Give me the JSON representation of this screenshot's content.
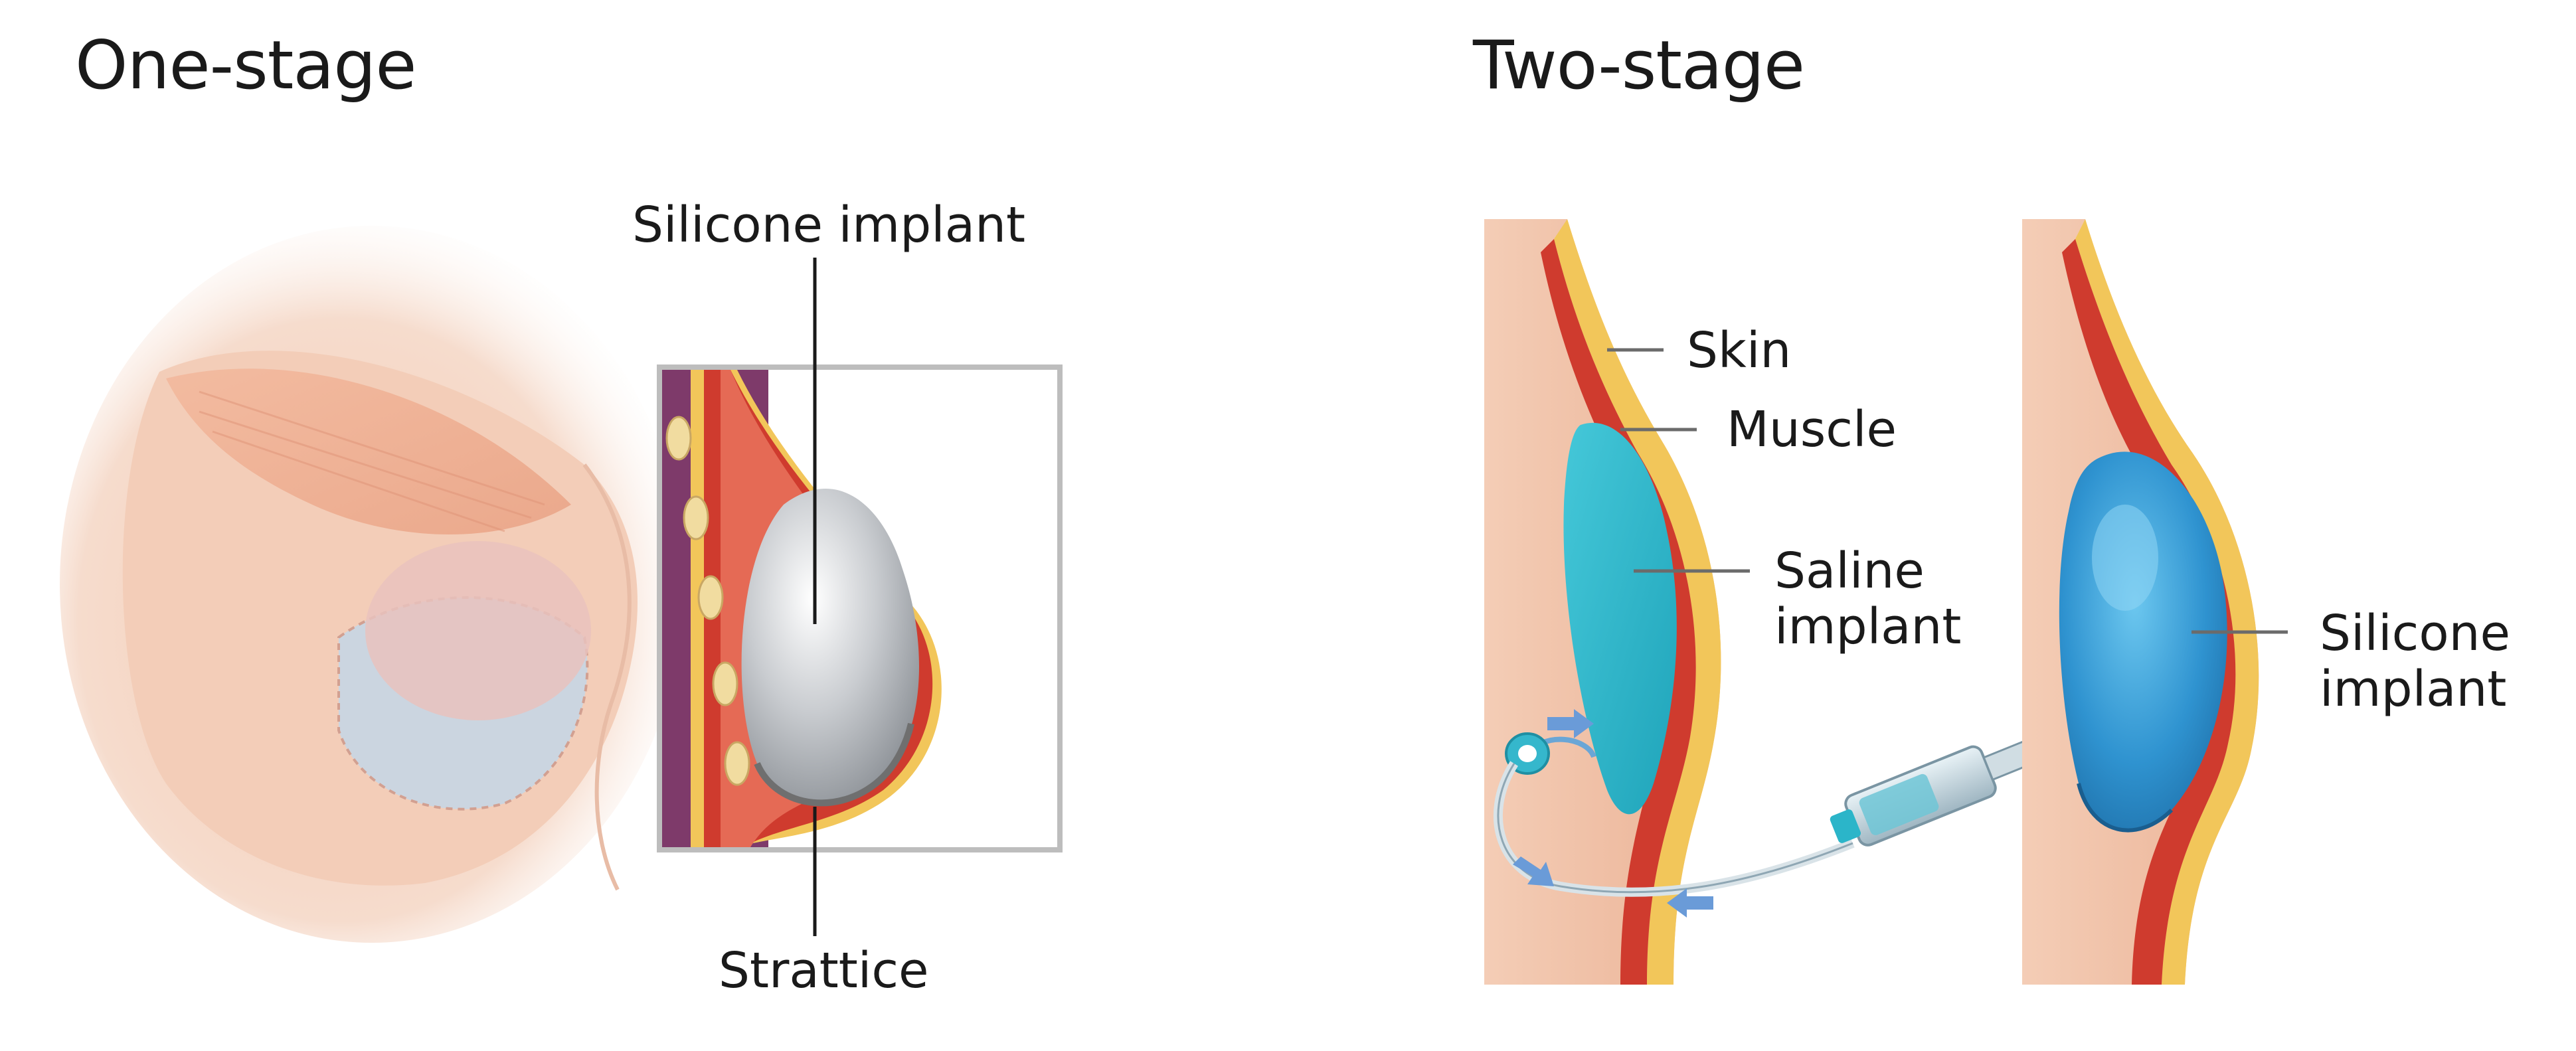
{
  "sections": {
    "one_stage": {
      "title": "One-stage",
      "labels": {
        "silicone_implant": "Silicone implant",
        "strattice": "Strattice"
      }
    },
    "two_stage": {
      "title": "Two-stage",
      "labels": {
        "skin": "Skin",
        "muscle": "Muscle",
        "saline_line1": "Saline",
        "saline_line2": "implant",
        "silicone_line1": "Silicone",
        "silicone_line2": "implant"
      }
    }
  },
  "colors": {
    "skin": "#f1c3a7",
    "skin_dark": "#e4a486",
    "muscle": "#cf3b2e",
    "fat": "#f2c65a",
    "saline": "#2bb5c9",
    "silicone_blue": "#2f93d0",
    "silicone_gray": "#b8bcc1",
    "chest_wall": "#7e3a6a",
    "frame": "#bdbdbd"
  },
  "icons": [
    "syringe-icon",
    "flow-arrow-icon"
  ]
}
